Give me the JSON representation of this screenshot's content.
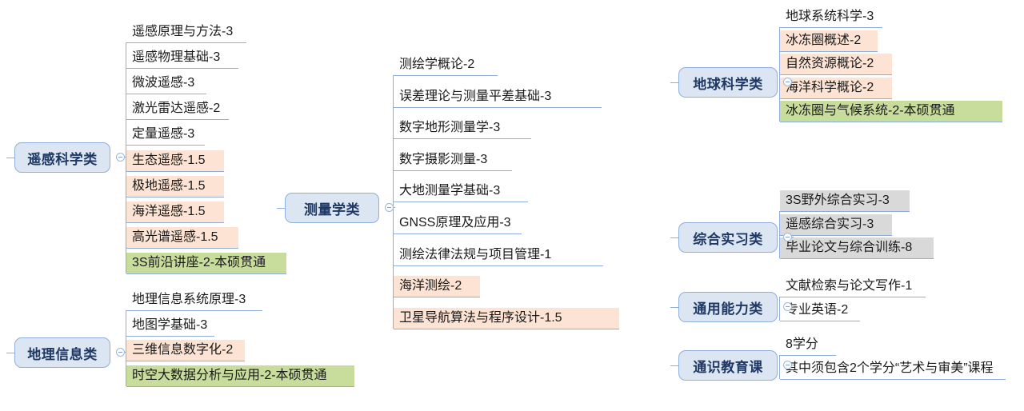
{
  "diagram": {
    "title": "课程体系思维导图",
    "palette": {
      "node_fill": "#DCE6F2",
      "node_border": "#8FAEDC",
      "node_text": "#1F3864",
      "line": "#8FAEDC",
      "highlight_orange": "#FCE3D3",
      "highlight_green": "#C8DC9C",
      "highlight_gray": "#D9D9D9",
      "background": "#FFFFFF"
    },
    "branches": [
      {
        "id": "remote-sensing",
        "label": "遥感科学类",
        "leaves": [
          {
            "text": "遥感原理与方法-3",
            "style": "plain"
          },
          {
            "text": "遥感物理基础-3",
            "style": "plain"
          },
          {
            "text": "微波遥感-3",
            "style": "plain"
          },
          {
            "text": "激光雷达遥感-2",
            "style": "plain"
          },
          {
            "text": "定量遥感-3",
            "style": "plain"
          },
          {
            "text": "生态遥感-1.5",
            "style": "orange"
          },
          {
            "text": "极地遥感-1.5",
            "style": "orange"
          },
          {
            "text": "海洋遥感-1.5",
            "style": "orange"
          },
          {
            "text": "高光谱遥感-1.5",
            "style": "orange"
          },
          {
            "text": "3S前沿讲座-2-本硕贯通",
            "style": "green"
          }
        ]
      },
      {
        "id": "geographic-information",
        "label": "地理信息类",
        "leaves": [
          {
            "text": "地理信息系统原理-3",
            "style": "plain"
          },
          {
            "text": "地图学基础-3",
            "style": "plain"
          },
          {
            "text": "三维信息数字化-2",
            "style": "orange"
          },
          {
            "text": "时空大数据分析与应用-2-本硕贯通",
            "style": "green"
          }
        ]
      },
      {
        "id": "surveying",
        "label": "测量学类",
        "leaves": [
          {
            "text": "测绘学概论-2",
            "style": "plain"
          },
          {
            "text": "误差理论与测量平差基础-3",
            "style": "plain"
          },
          {
            "text": "数字地形测量学-3",
            "style": "plain"
          },
          {
            "text": "数字摄影测量-3",
            "style": "plain"
          },
          {
            "text": "大地测量学基础-3",
            "style": "plain"
          },
          {
            "text": "GNSS原理及应用-3",
            "style": "plain"
          },
          {
            "text": "测绘法律法规与项目管理-1",
            "style": "plain"
          },
          {
            "text": "海洋测绘-2",
            "style": "orange"
          },
          {
            "text": "卫星导航算法与程序设计-1.5",
            "style": "orange"
          }
        ]
      },
      {
        "id": "earth-science",
        "label": "地球科学类",
        "leaves": [
          {
            "text": "地球系统科学-3",
            "style": "plain"
          },
          {
            "text": "冰冻圈概述-2",
            "style": "orange"
          },
          {
            "text": "自然资源概论-2",
            "style": "orange"
          },
          {
            "text": "海洋科学概论-2",
            "style": "orange"
          },
          {
            "text": "冰冻圈与气候系统-2-本硕贯通",
            "style": "green"
          }
        ]
      },
      {
        "id": "comprehensive-practice",
        "label": "综合实习类",
        "leaves": [
          {
            "text": "3S野外综合实习-3",
            "style": "gray"
          },
          {
            "text": "遥感综合实习-3",
            "style": "gray"
          },
          {
            "text": "毕业论文与综合训练-8",
            "style": "gray"
          }
        ]
      },
      {
        "id": "general-ability",
        "label": "通用能力类",
        "leaves": [
          {
            "text": "文献检索与论文写作-1",
            "style": "plain"
          },
          {
            "text": "专业英语-2",
            "style": "plain"
          }
        ]
      },
      {
        "id": "general-education",
        "label": "通识教育课",
        "leaves": [
          {
            "text": "8学分",
            "style": "plain"
          },
          {
            "text": "其中须包含2个学分“艺术与审美”课程",
            "style": "plain"
          }
        ]
      }
    ]
  }
}
